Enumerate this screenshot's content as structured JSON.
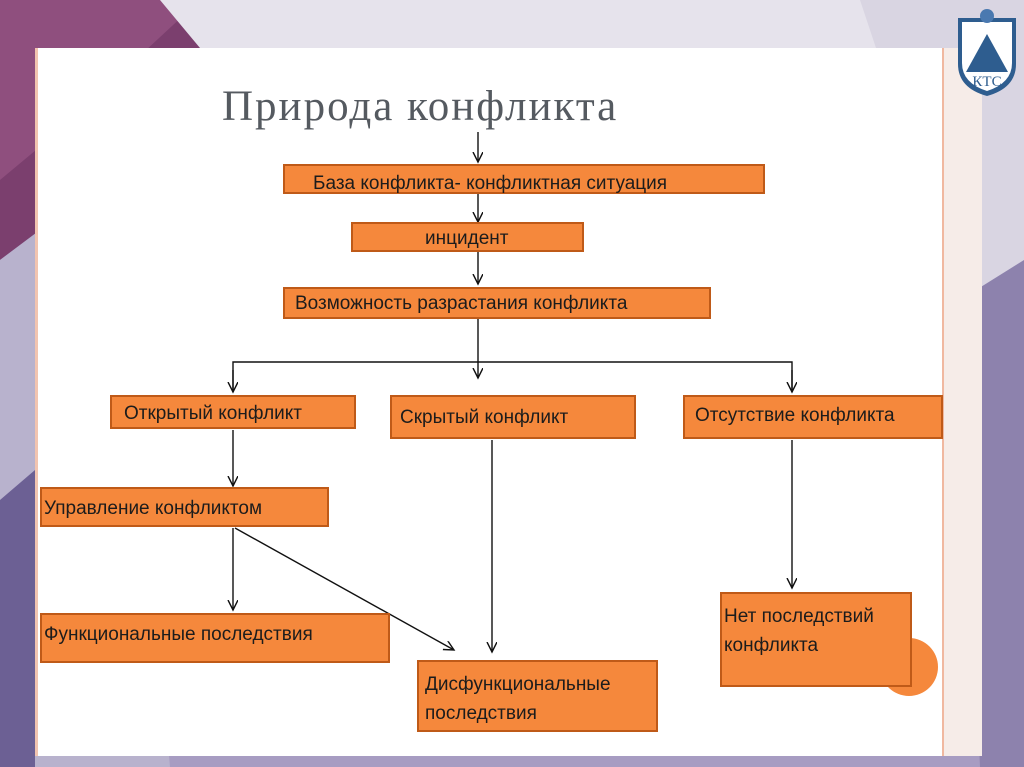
{
  "slide": {
    "title": "Природа конфликта",
    "logo_text": "КТС"
  },
  "nodes": {
    "base": "База конфликта- конфликтная ситуация",
    "incident": "инцидент",
    "growth": "Возможность разрастания конфликта",
    "open": "Открытый конфликт",
    "hidden": "Скрытый конфликт",
    "absence": "Отсутствие конфликта",
    "management": "Управление конфликтом",
    "functional": "Функциональные последствия",
    "dysfunctional": "Дисфункциональные последствия",
    "no_consequences": "Нет последствий конфликта"
  },
  "colors": {
    "node_fill": "#f5883c",
    "node_border": "#bf5a18",
    "title": "#555a60",
    "background_left": "#7b3f6e",
    "background_right": "#9a8fb6"
  }
}
